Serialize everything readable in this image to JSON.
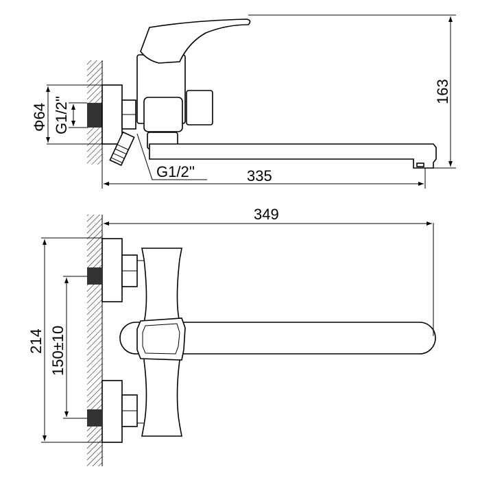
{
  "drawing": {
    "top_view": {
      "flange_diameter": "Φ64",
      "wall_thread": "G1/2''",
      "height": "163",
      "outlet_thread": "G1/2''",
      "spout_reach": "335"
    },
    "front_view": {
      "total_length": "349",
      "flange_span": "214",
      "center_distance": "150±10"
    }
  }
}
